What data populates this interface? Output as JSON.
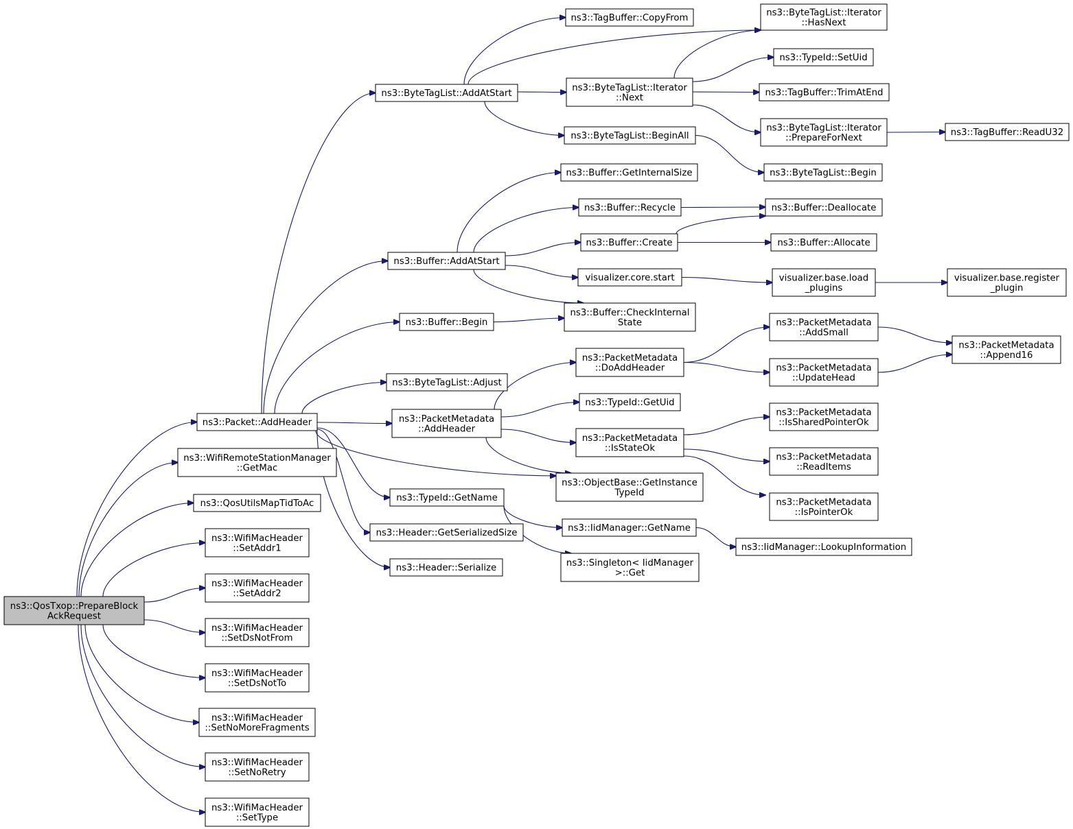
{
  "colors": {
    "edge": "#191970",
    "node_border": "#000000",
    "node_fill": "#ffffff",
    "root_fill": "#bfbfbf",
    "truncated_border": "#ff0000"
  },
  "nodes": [
    {
      "id": "root",
      "lines": [
        "ns3::QosTxop::PrepareBlock",
        "AckRequest"
      ],
      "style": "root"
    },
    {
      "id": "pkt_addheader",
      "lines": [
        "ns3::Packet::AddHeader"
      ],
      "style": "normal"
    },
    {
      "id": "wrsm_getmac",
      "lines": [
        "ns3::WifiRemoteStationManager",
        "::GetMac"
      ],
      "style": "normal"
    },
    {
      "id": "qosutils",
      "lines": [
        "ns3::QosUtilsMapTidToAc"
      ],
      "style": "normal"
    },
    {
      "id": "setaddr1",
      "lines": [
        "ns3::WifiMacHeader",
        "::SetAddr1"
      ],
      "style": "normal"
    },
    {
      "id": "setaddr2",
      "lines": [
        "ns3::WifiMacHeader",
        "::SetAddr2"
      ],
      "style": "normal"
    },
    {
      "id": "setdsnotfrom",
      "lines": [
        "ns3::WifiMacHeader",
        "::SetDsNotFrom"
      ],
      "style": "normal"
    },
    {
      "id": "setdsnotto",
      "lines": [
        "ns3::WifiMacHeader",
        "::SetDsNotTo"
      ],
      "style": "normal"
    },
    {
      "id": "setnomorefrag",
      "lines": [
        "ns3::WifiMacHeader",
        "::SetNoMoreFragments"
      ],
      "style": "normal"
    },
    {
      "id": "setnoretry",
      "lines": [
        "ns3::WifiMacHeader",
        "::SetNoRetry"
      ],
      "style": "normal"
    },
    {
      "id": "settype",
      "lines": [
        "ns3::WifiMacHeader",
        "::SetType"
      ],
      "style": "normal"
    },
    {
      "id": "btl_addatstart",
      "lines": [
        "ns3::ByteTagList::AddAtStart"
      ],
      "style": "normal"
    },
    {
      "id": "buf_addatstart",
      "lines": [
        "ns3::Buffer::AddAtStart"
      ],
      "style": "normal"
    },
    {
      "id": "buf_begin",
      "lines": [
        "ns3::Buffer::Begin"
      ],
      "style": "normal"
    },
    {
      "id": "btl_adjust",
      "lines": [
        "ns3::ByteTagList::Adjust"
      ],
      "style": "normal"
    },
    {
      "id": "pm_addheader",
      "lines": [
        "ns3::PacketMetadata",
        "::AddHeader"
      ],
      "style": "normal"
    },
    {
      "id": "typeid_getname",
      "lines": [
        "ns3::TypeId::GetName"
      ],
      "style": "normal"
    },
    {
      "id": "hdr_getsersize",
      "lines": [
        "ns3::Header::GetSerializedSize"
      ],
      "style": "normal"
    },
    {
      "id": "hdr_serialize",
      "lines": [
        "ns3::Header::Serialize"
      ],
      "style": "normal"
    },
    {
      "id": "tagbuf_copyfrom",
      "lines": [
        "ns3::TagBuffer::CopyFrom"
      ],
      "style": "normal"
    },
    {
      "id": "btl_it_next",
      "lines": [
        "ns3::ByteTagList::Iterator",
        "::Next"
      ],
      "style": "normal"
    },
    {
      "id": "btl_beginall",
      "lines": [
        "ns3::ByteTagList::BeginAll"
      ],
      "style": "normal"
    },
    {
      "id": "buf_getinternalsize",
      "lines": [
        "ns3::Buffer::GetInternalSize"
      ],
      "style": "normal"
    },
    {
      "id": "buf_recycle",
      "lines": [
        "ns3::Buffer::Recycle"
      ],
      "style": "normal"
    },
    {
      "id": "buf_create",
      "lines": [
        "ns3::Buffer::Create"
      ],
      "style": "normal"
    },
    {
      "id": "vis_core_start",
      "lines": [
        "visualizer.core.start"
      ],
      "style": "normal"
    },
    {
      "id": "buf_checkinternal",
      "lines": [
        "ns3::Buffer::CheckInternal",
        "State"
      ],
      "style": "normal"
    },
    {
      "id": "pm_doaddheader",
      "lines": [
        "ns3::PacketMetadata",
        "::DoAddHeader"
      ],
      "style": "normal"
    },
    {
      "id": "typeid_getuid",
      "lines": [
        "ns3::TypeId::GetUid"
      ],
      "style": "normal"
    },
    {
      "id": "pm_isstateok",
      "lines": [
        "ns3::PacketMetadata",
        "::IsStateOk"
      ],
      "style": "normal"
    },
    {
      "id": "objbase_getinst",
      "lines": [
        "ns3::ObjectBase::GetInstance",
        "TypeId"
      ],
      "style": "normal"
    },
    {
      "id": "iid_getname",
      "lines": [
        "ns3::IidManager::GetName"
      ],
      "style": "normal"
    },
    {
      "id": "singleton_get",
      "lines": [
        "ns3::Singleton< IidManager",
        ">::Get"
      ],
      "style": "normal"
    },
    {
      "id": "btl_it_hasnext",
      "lines": [
        "ns3::ByteTagList::Iterator",
        "::HasNext"
      ],
      "style": "normal"
    },
    {
      "id": "typeid_setuid",
      "lines": [
        "ns3::TypeId::SetUid"
      ],
      "style": "normal"
    },
    {
      "id": "tagbuf_trimatend",
      "lines": [
        "ns3::TagBuffer::TrimAtEnd"
      ],
      "style": "normal"
    },
    {
      "id": "btl_it_preparefornext",
      "lines": [
        "ns3::ByteTagList::Iterator",
        "::PrepareForNext"
      ],
      "style": "normal"
    },
    {
      "id": "btl_begin",
      "lines": [
        "ns3::ByteTagList::Begin"
      ],
      "style": "normal"
    },
    {
      "id": "buf_deallocate",
      "lines": [
        "ns3::Buffer::Deallocate"
      ],
      "style": "normal"
    },
    {
      "id": "buf_allocate",
      "lines": [
        "ns3::Buffer::Allocate"
      ],
      "style": "normal"
    },
    {
      "id": "vis_base_loadplugins",
      "lines": [
        "visualizer.base.load",
        "_plugins"
      ],
      "style": "normal"
    },
    {
      "id": "pm_addsmall",
      "lines": [
        "ns3::PacketMetadata",
        "::AddSmall"
      ],
      "style": "truncated"
    },
    {
      "id": "pm_updatehead",
      "lines": [
        "ns3::PacketMetadata",
        "::UpdateHead"
      ],
      "style": "normal"
    },
    {
      "id": "pm_issharedptrok",
      "lines": [
        "ns3::PacketMetadata",
        "::IsSharedPointerOk"
      ],
      "style": "normal"
    },
    {
      "id": "pm_readitems",
      "lines": [
        "ns3::PacketMetadata",
        "::ReadItems"
      ],
      "style": "truncated"
    },
    {
      "id": "pm_ispointerok",
      "lines": [
        "ns3::PacketMetadata",
        "::IsPointerOk"
      ],
      "style": "normal"
    },
    {
      "id": "iid_lookupinfo",
      "lines": [
        "ns3::IidManager::LookupInformation"
      ],
      "style": "normal"
    },
    {
      "id": "tagbuf_readu32",
      "lines": [
        "ns3::TagBuffer::ReadU32"
      ],
      "style": "truncated"
    },
    {
      "id": "vis_base_registerplugin",
      "lines": [
        "visualizer.base.register",
        "_plugin"
      ],
      "style": "normal"
    },
    {
      "id": "pm_append16",
      "lines": [
        "ns3::PacketMetadata",
        "::Append16"
      ],
      "style": "normal"
    }
  ],
  "edges": [
    [
      "root",
      "pkt_addheader"
    ],
    [
      "root",
      "wrsm_getmac"
    ],
    [
      "root",
      "qosutils"
    ],
    [
      "root",
      "setaddr1"
    ],
    [
      "root",
      "setaddr2"
    ],
    [
      "root",
      "setdsnotfrom"
    ],
    [
      "root",
      "setdsnotto"
    ],
    [
      "root",
      "setnomorefrag"
    ],
    [
      "root",
      "setnoretry"
    ],
    [
      "root",
      "settype"
    ],
    [
      "pkt_addheader",
      "btl_addatstart"
    ],
    [
      "pkt_addheader",
      "buf_addatstart"
    ],
    [
      "pkt_addheader",
      "buf_begin"
    ],
    [
      "pkt_addheader",
      "btl_adjust"
    ],
    [
      "pkt_addheader",
      "pm_addheader"
    ],
    [
      "pkt_addheader",
      "objbase_getinst"
    ],
    [
      "pkt_addheader",
      "typeid_getname"
    ],
    [
      "pkt_addheader",
      "hdr_getsersize"
    ],
    [
      "pkt_addheader",
      "hdr_serialize"
    ],
    [
      "btl_addatstart",
      "tagbuf_copyfrom"
    ],
    [
      "btl_addatstart",
      "btl_it_hasnext"
    ],
    [
      "btl_addatstart",
      "btl_it_next"
    ],
    [
      "btl_addatstart",
      "btl_beginall"
    ],
    [
      "btl_it_next",
      "btl_it_hasnext"
    ],
    [
      "btl_it_next",
      "typeid_setuid"
    ],
    [
      "btl_it_next",
      "tagbuf_trimatend"
    ],
    [
      "btl_it_next",
      "btl_it_preparefornext"
    ],
    [
      "btl_it_preparefornext",
      "tagbuf_readu32"
    ],
    [
      "btl_beginall",
      "btl_begin"
    ],
    [
      "buf_addatstart",
      "buf_getinternalsize"
    ],
    [
      "buf_addatstart",
      "buf_recycle"
    ],
    [
      "buf_addatstart",
      "buf_create"
    ],
    [
      "buf_addatstart",
      "vis_core_start"
    ],
    [
      "buf_addatstart",
      "buf_checkinternal"
    ],
    [
      "buf_recycle",
      "buf_deallocate"
    ],
    [
      "buf_create",
      "buf_deallocate"
    ],
    [
      "buf_create",
      "buf_allocate"
    ],
    [
      "vis_core_start",
      "vis_base_loadplugins"
    ],
    [
      "vis_base_loadplugins",
      "vis_base_registerplugin"
    ],
    [
      "buf_begin",
      "buf_checkinternal"
    ],
    [
      "pm_addheader",
      "pm_doaddheader"
    ],
    [
      "pm_addheader",
      "typeid_getuid"
    ],
    [
      "pm_addheader",
      "pm_isstateok"
    ],
    [
      "pm_addheader",
      "objbase_getinst"
    ],
    [
      "pm_doaddheader",
      "pm_addsmall"
    ],
    [
      "pm_doaddheader",
      "pm_updatehead"
    ],
    [
      "pm_addsmall",
      "pm_append16"
    ],
    [
      "pm_updatehead",
      "pm_append16"
    ],
    [
      "pm_isstateok",
      "pm_issharedptrok"
    ],
    [
      "pm_isstateok",
      "pm_readitems"
    ],
    [
      "pm_isstateok",
      "pm_ispointerok"
    ],
    [
      "typeid_getname",
      "iid_getname"
    ],
    [
      "typeid_getname",
      "singleton_get"
    ],
    [
      "iid_getname",
      "iid_lookupinfo"
    ]
  ]
}
